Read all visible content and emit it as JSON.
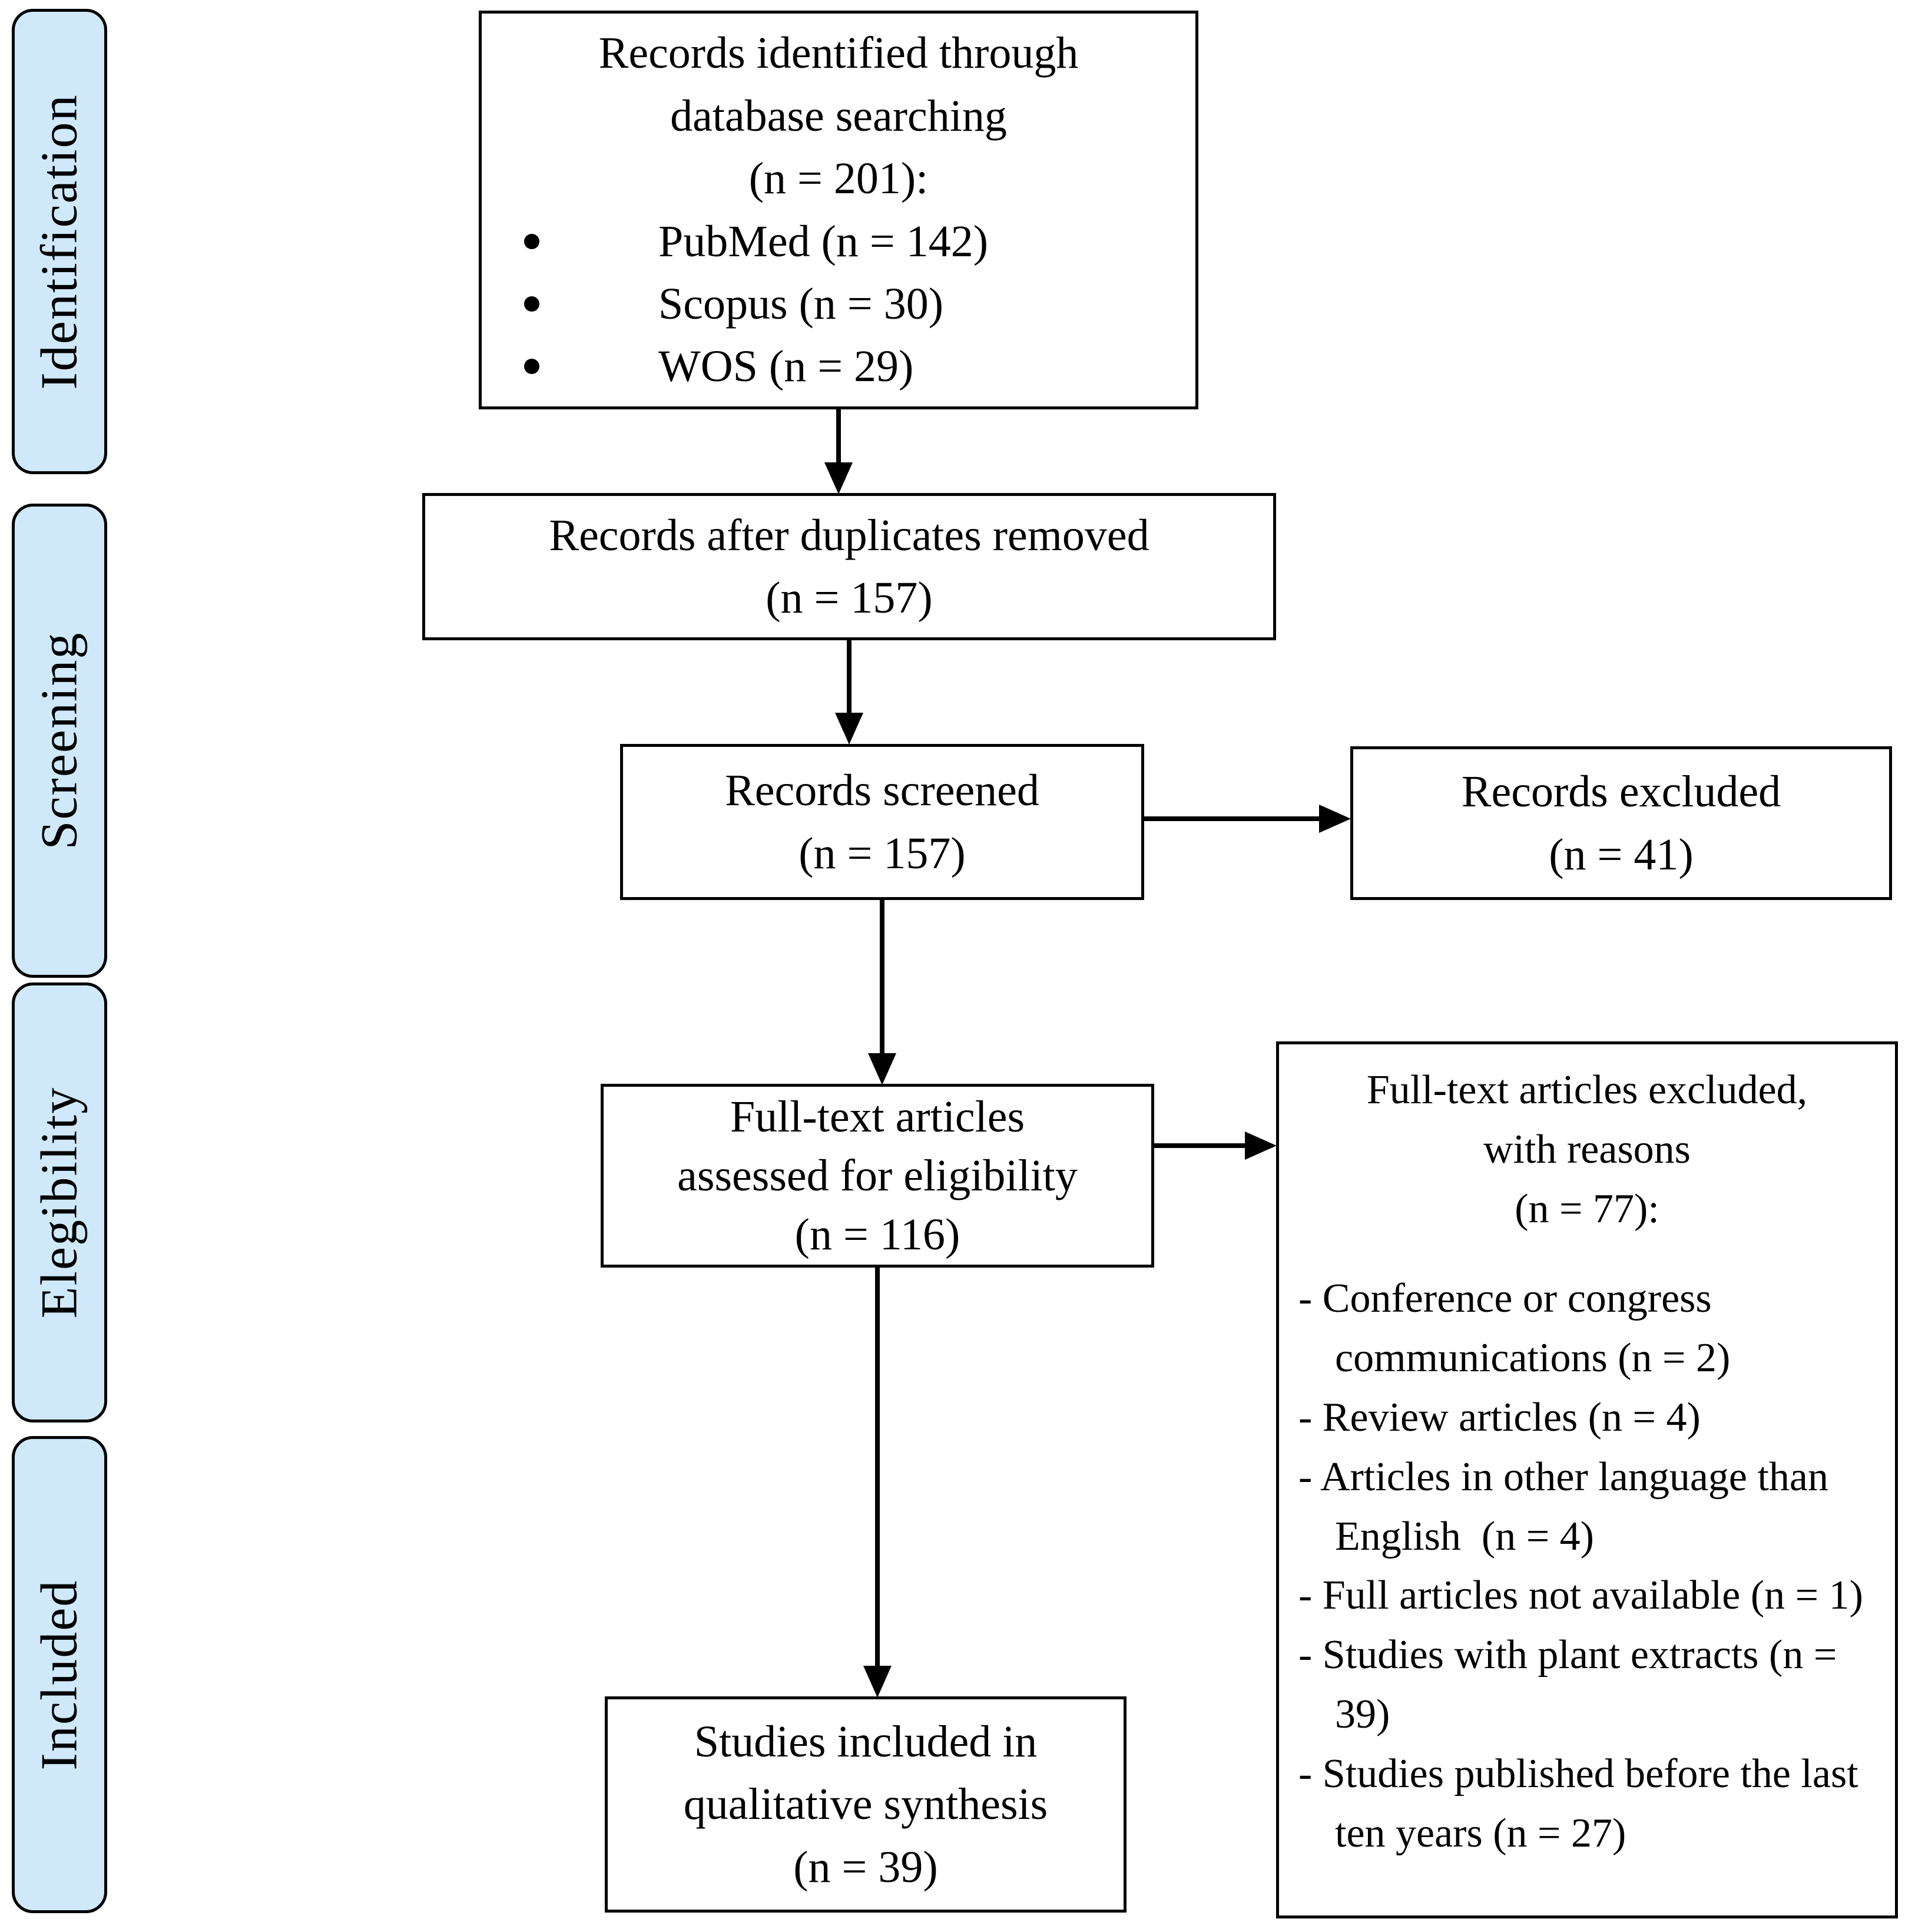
{
  "colors": {
    "sidebar_fill": "#cfe9fb",
    "border": "#000000"
  },
  "sidebar": {
    "sections": [
      {
        "label": "Identification"
      },
      {
        "label": "Screening"
      },
      {
        "label": "Elegibility"
      },
      {
        "label": "Included"
      }
    ]
  },
  "flow": {
    "identified": {
      "lines": [
        "Records identified through",
        "database searching",
        "(n = 201):"
      ],
      "bullets": [
        "PubMed (n = 142)",
        "Scopus (n = 30)",
        "WOS (n = 29)"
      ]
    },
    "deduplicated": {
      "lines": [
        "Records after duplicates removed",
        "(n = 157)"
      ]
    },
    "screened": {
      "lines": [
        "Records screened",
        "(n = 157)"
      ]
    },
    "records_excluded": {
      "lines": [
        "Records excluded",
        "(n = 41)"
      ]
    },
    "fulltext_assessed": {
      "lines": [
        "Full-text articles",
        "assessed for eligibility",
        "(n = 116)"
      ]
    },
    "fulltext_excluded": {
      "title_lines": [
        "Full-text articles excluded,",
        "with reasons",
        "(n = 77):"
      ],
      "reasons": [
        "- Conference or congress communications (n = 2)",
        "- Review articles (n = 4)",
        "- Articles in other language than English  (n = 4)",
        "- Full articles not available (n = 1)",
        "- Studies with plant extracts (n = 39)",
        "- Studies published before the last ten years (n = 27)"
      ]
    },
    "included_studies": {
      "lines": [
        "Studies included in",
        "qualitative synthesis",
        "(n = 39)"
      ]
    }
  }
}
